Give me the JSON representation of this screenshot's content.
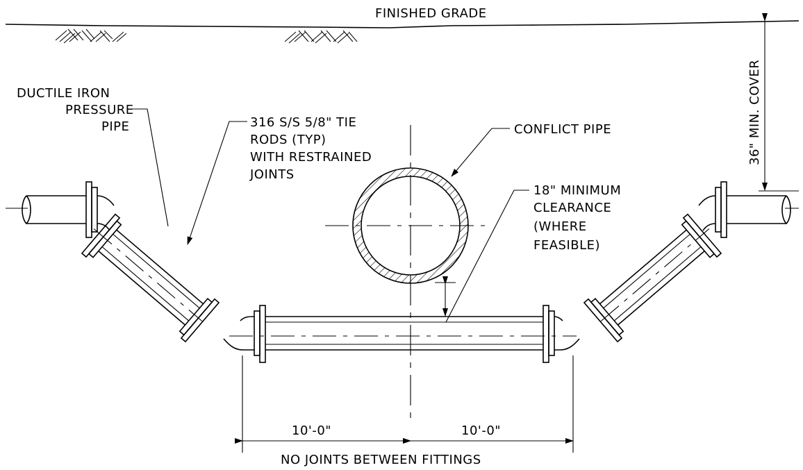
{
  "labels": {
    "finished_grade": "FINISHED GRADE",
    "ductile_iron_1": "DUCTILE IRON",
    "ductile_iron_2": "PRESSURE",
    "ductile_iron_3": "PIPE",
    "tie_rods_1": "316 S/S 5/8\" TIE",
    "tie_rods_2": "RODS (TYP)",
    "tie_rods_3": "WITH RESTRAINED",
    "tie_rods_4": "JOINTS",
    "conflict_pipe": "CONFLICT PIPE",
    "clearance_1": "18\" MINIMUM",
    "clearance_2": "CLEARANCE",
    "clearance_3": "(WHERE",
    "clearance_4": "FEASIBLE)",
    "cover": "36\" MIN. COVER",
    "dim_left": "10'-0\"",
    "dim_right": "10'-0\"",
    "no_joints": "NO JOINTS BETWEEN FITTINGS"
  },
  "colors": {
    "line": "#000000",
    "background": "#ffffff"
  }
}
